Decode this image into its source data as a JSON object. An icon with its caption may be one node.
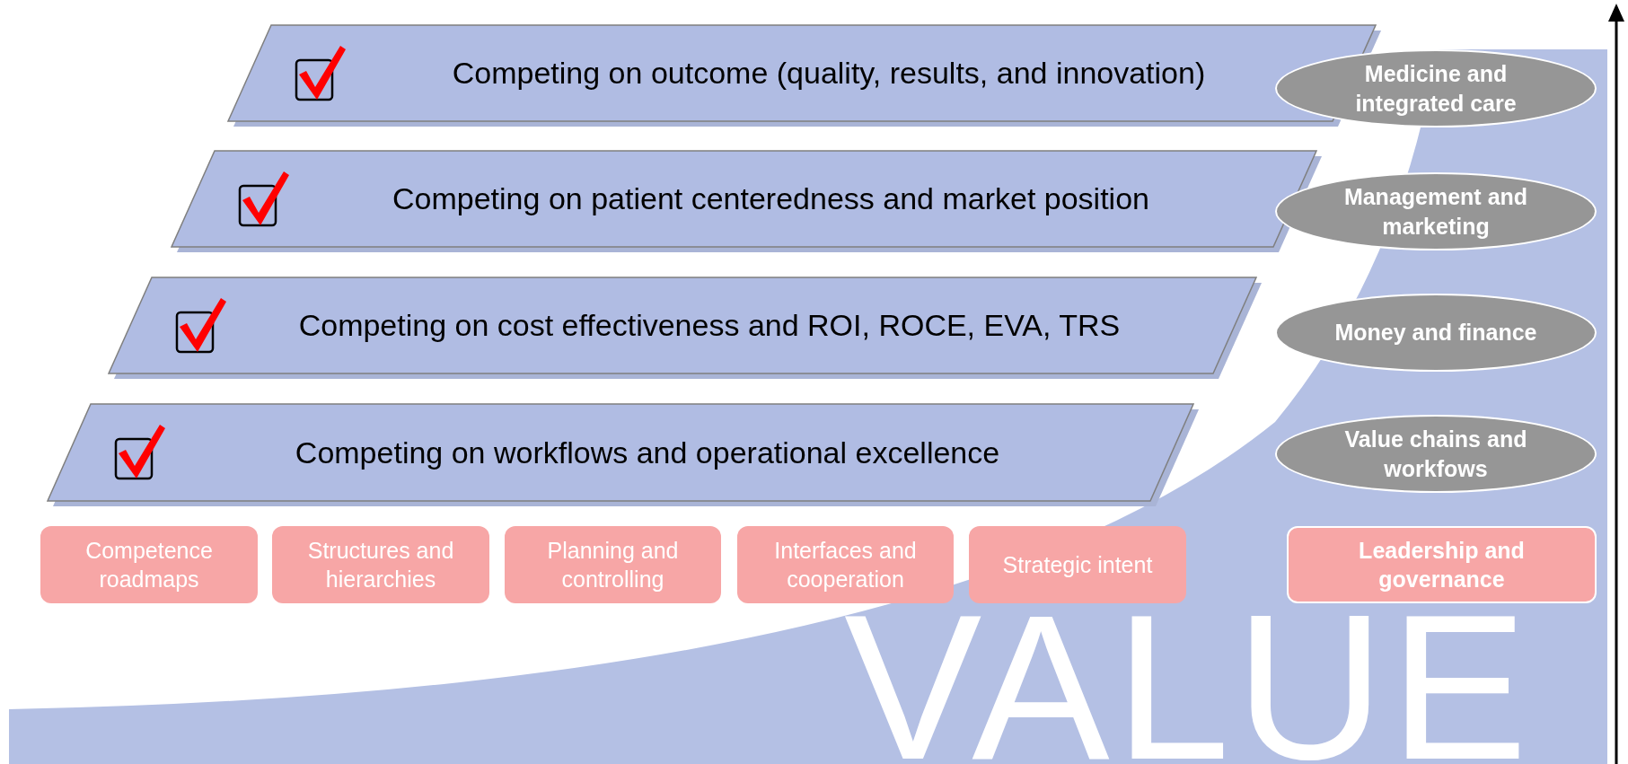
{
  "diagram": {
    "nodes": [
      {
        "text": [
          "Competing on outcome (quality, results, and innovation)"
        ]
      },
      {
        "text": [
          "Competing on patient centeredness and  market position"
        ]
      },
      {
        "text": [
          "Competing on cost effectiveness and ROI, ROCE, EVA, TRS"
        ]
      },
      {
        "text": [
          "Competing on workflows and operational excellence"
        ]
      },
      {
        "text": [
          "Medicine and integrated care"
        ]
      },
      {
        "text": [
          "Management and marketing"
        ]
      },
      {
        "text": [
          "Money and finance"
        ]
      },
      {
        "text": [
          "Value chains and workfows"
        ]
      },
      {
        "text": [
          "Competence roadmaps"
        ]
      },
      {
        "text": [
          "Structures and hierarchies"
        ]
      },
      {
        "text": [
          "Planning and controlling"
        ]
      },
      {
        "text": [
          "Interfaces and cooperation"
        ]
      },
      {
        "text": [
          "Strategic intent"
        ]
      },
      {
        "text": [
          "Leadership and governance"
        ]
      }
    ],
    "labels": [
      "VALUE"
    ]
  }
}
